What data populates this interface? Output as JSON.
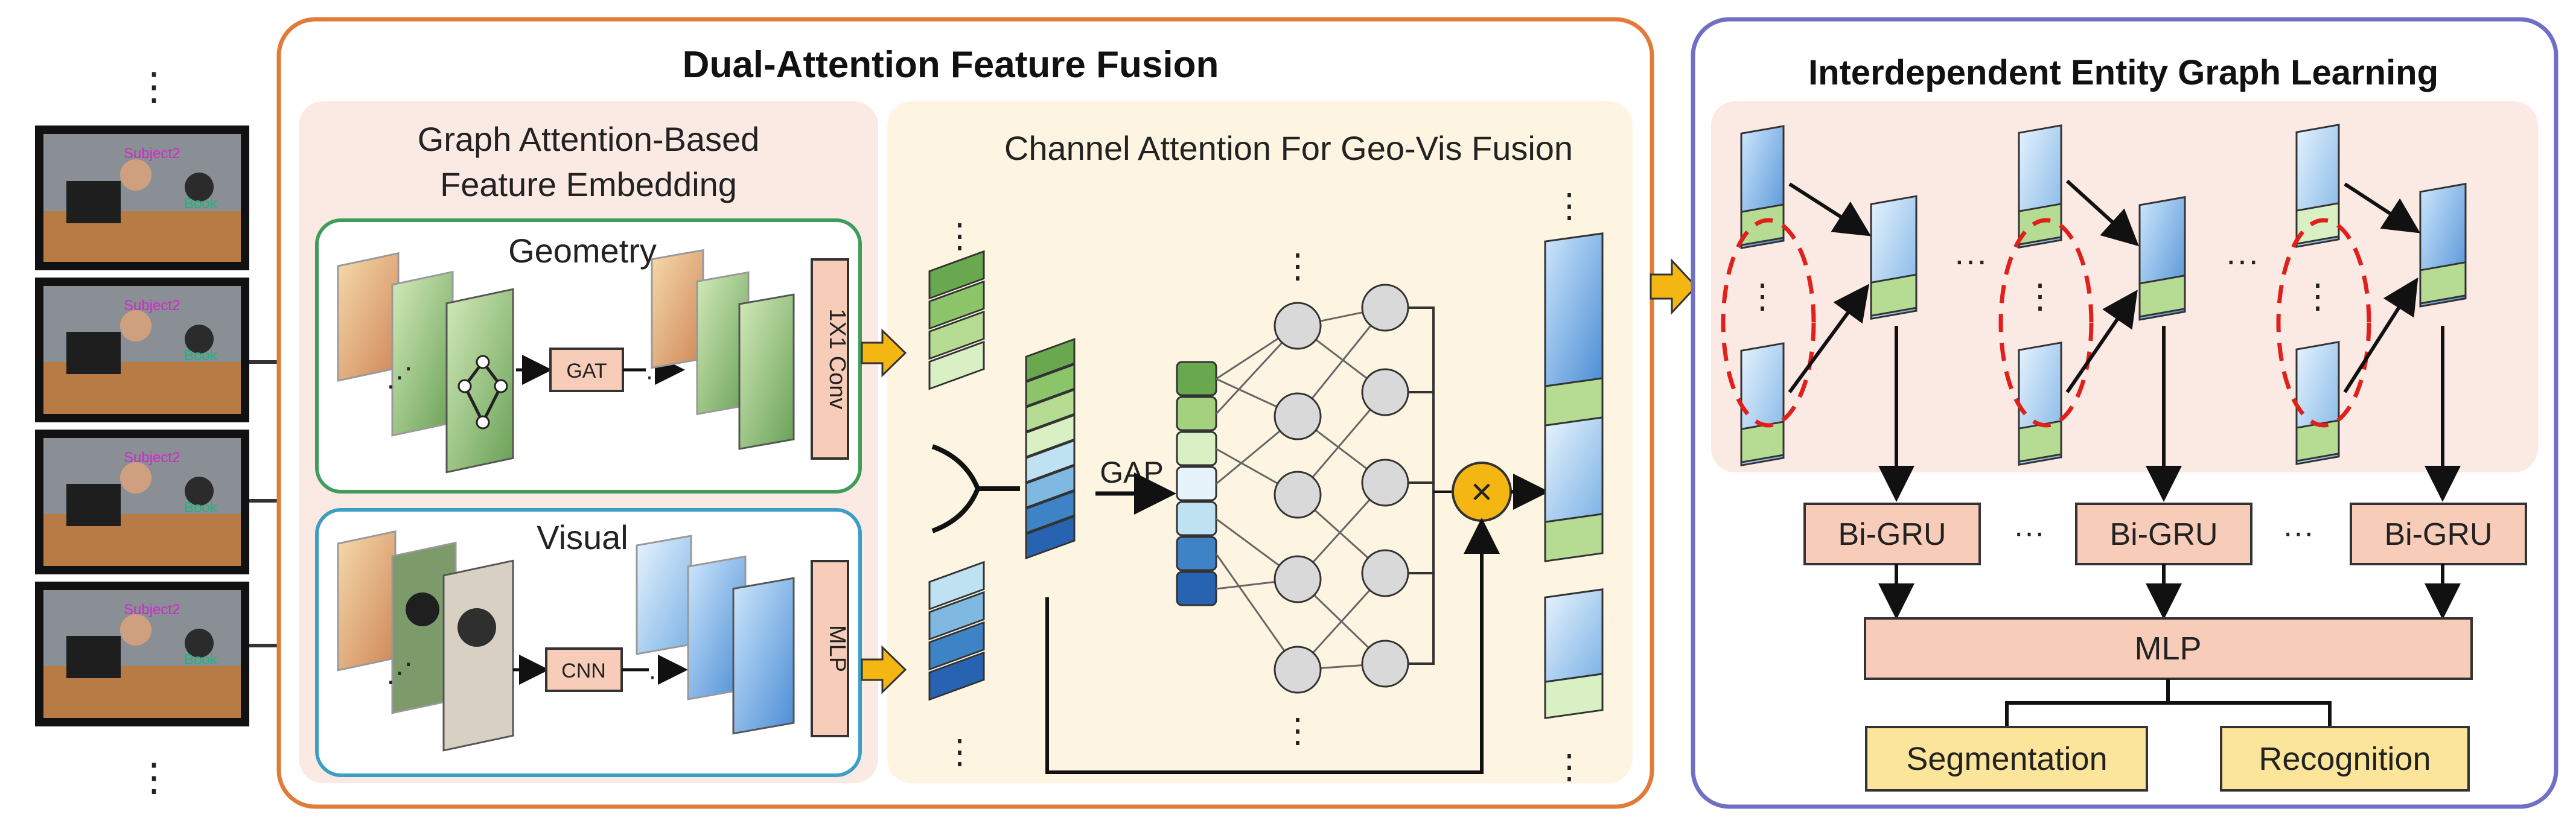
{
  "left_panel": {
    "title": "Dual-Attention Feature Fusion",
    "graph_section_title_line1": "Graph Attention-Based",
    "graph_section_title_line2": "Feature Embedding",
    "geometry_label": "Geometry",
    "visual_label": "Visual",
    "gat_label": "GAT",
    "cnn_label": "CNN",
    "conv_label": "1X1 Conv",
    "mlp_label": "MLP",
    "channel_title": "Channel Attention For Geo-Vis Fusion",
    "gap_label": "GAP",
    "multiply_symbol": "×"
  },
  "video_frames": {
    "captions": [
      "Subject2",
      "Book"
    ],
    "ellipsis": "⋮"
  },
  "right_panel": {
    "title": "Interdependent Entity Graph Learning",
    "bigru_labels": [
      "Bi-GRU",
      "Bi-GRU",
      "Bi-GRU"
    ],
    "h_ellipsis": "···",
    "mlp_label": "MLP",
    "outputs": [
      "Segmentation",
      "Recognition"
    ]
  },
  "colors": {
    "orange_border": "#e07b39",
    "blue_border": "#6f6fc6",
    "pink_bg": "#fbe9e4",
    "cream_bg": "#fdf5e2",
    "green_border": "#3f9d5c",
    "teal_border": "#3b9fc3",
    "salmon_box": "#f7cdb9",
    "yellow_box": "#fbe59a",
    "arrow_orange": "#f3b613",
    "dashed_red": "#e0201b",
    "node_gray": "#d9d9d9"
  }
}
